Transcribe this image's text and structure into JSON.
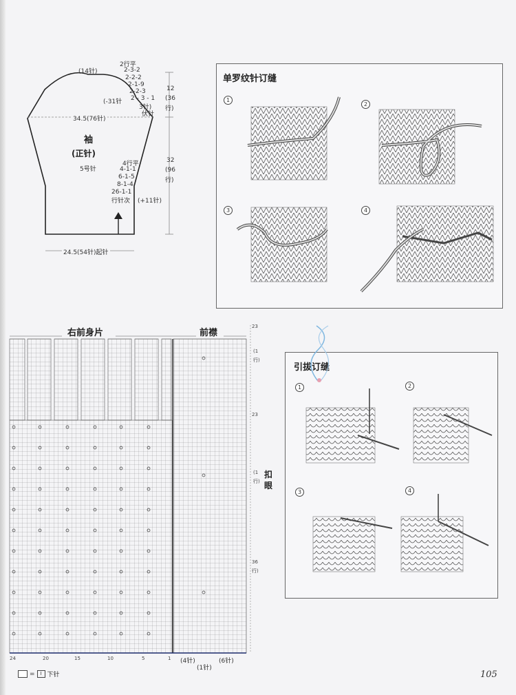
{
  "sleeve": {
    "top_sts": "(14针)",
    "dec_right": [
      "2行平",
      "2-3-2",
      "2-2-2",
      "2-1-9",
      "2-2-3",
      "2 - 3 - 1",
      "3针)",
      "伏针"
    ],
    "minus31": "(-31针",
    "width": "34.5(76针)",
    "title": "袖",
    "subtitle": "(正针)",
    "needle": "5号针",
    "inc_list": [
      "4行平",
      "4-1-1",
      "6-1-5",
      "8-1-4",
      "26-1-1",
      "行针次"
    ],
    "plus11": "(+11针)",
    "cap_h1": "12",
    "cap_h2": "(36",
    "cap_h3": "行)",
    "body_h1": "32",
    "body_h2": "(96",
    "body_h3": "行)",
    "bottom": "24.5(54针)起针"
  },
  "panel_ribseam": {
    "title": "单罗纹针订缝",
    "steps": [
      "1",
      "2",
      "3",
      "4"
    ]
  },
  "panel_slipseam": {
    "title": "引拔订缝",
    "steps": [
      "1",
      "2",
      "3",
      "4"
    ]
  },
  "chart": {
    "title_left": "右前身片",
    "title_right": "前襟",
    "right_labels": [
      "23",
      "(1",
      "行)",
      "23",
      "(1",
      "行)",
      "36",
      "行)"
    ],
    "buttonhole": [
      "扣",
      "眼"
    ],
    "col_nums": [
      "24",
      "20",
      "15",
      "10",
      "5",
      "1"
    ],
    "bottom_labels": [
      "(4针)",
      "(1针)",
      "(6针)"
    ],
    "legend_eq": "=",
    "legend_sym": "I",
    "legend_text": "下针"
  },
  "page_number": "105"
}
